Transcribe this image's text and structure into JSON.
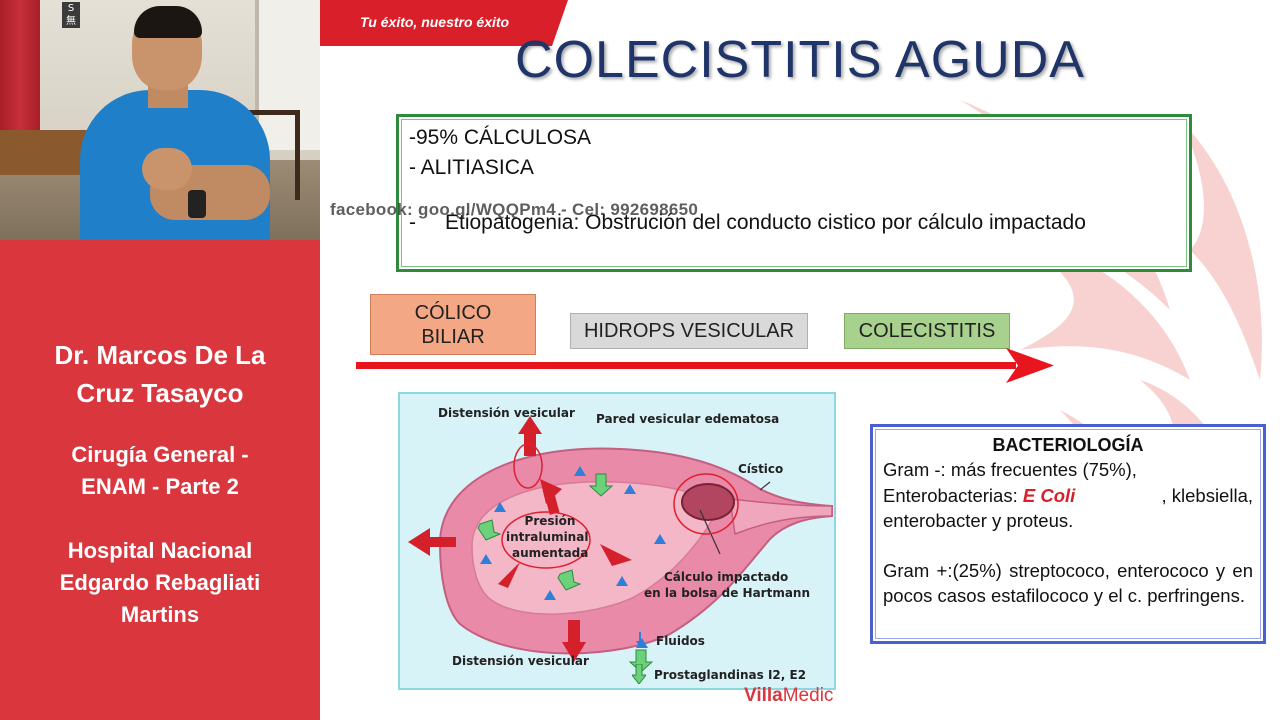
{
  "ribbon": {
    "text": "Tu éxito, nuestro éxito"
  },
  "webcam": {
    "badge_text": "S\n無"
  },
  "presenter": {
    "name": "Dr. Marcos De La Cruz Tasayco",
    "specialty": "Cirugía General - ENAM - Parte 2",
    "hospital": "Hospital Nacional Edgardo Rebagliati Martins"
  },
  "slide": {
    "title": "COLECISTITIS AGUDA",
    "summary": {
      "lines": [
        "-95% CÁLCULOSA",
        "- ALITIASICA"
      ],
      "etiopathogenesis_dash": "-",
      "etiopathogenesis": "Etiopatogenia: Obstrución del conducto cistico por cálculo impactado"
    },
    "watermark": "facebook: goo.gl/WQQPm4 - Cel: 992698650",
    "stages": [
      "CÓLICO BILIAR",
      "HIDROPS VESICULAR",
      "COLECISTITIS"
    ],
    "stage_colors": [
      "#f4a784",
      "#d9d9d9",
      "#a9d18e"
    ],
    "arrow_color": "#e8141e",
    "figure": {
      "labels": {
        "distension_top": "Distensión vesicular",
        "edematous_wall": "Pared vesicular edematosa",
        "cystic": "Cístico",
        "pressure_1": "Presión",
        "pressure_2": "intraluminal",
        "pressure_3": "aumentada",
        "stone_1": "Cálculo impactado",
        "stone_2": "en la bolsa de Hartmann",
        "fluids": "Fluidos",
        "distension_bottom": "Distensión vesicular",
        "prostaglandins": "Prostaglandinas I2, E2"
      },
      "brand_1": "Villa",
      "brand_2": "Medic"
    },
    "bacteriology": {
      "title": "BACTERIOLOGÍA",
      "gram_neg_1": "Gram -: más frecuentes (75%),",
      "gram_neg_2a": "Enterobacterias:",
      "gram_neg_2b": "E Coli",
      "gram_neg_2c": ", klebsiella,",
      "gram_neg_3": "enterobacter y proteus.",
      "gram_pos": "Gram +:(25%) streptococo, enterococo y en pocos casos estafilococo y el c. perfringens."
    }
  },
  "colors": {
    "accent_red": "#d9363e",
    "title_navy": "#1f3468",
    "green_border": "#2e8b3c",
    "blue_border": "#4a5fd0"
  }
}
